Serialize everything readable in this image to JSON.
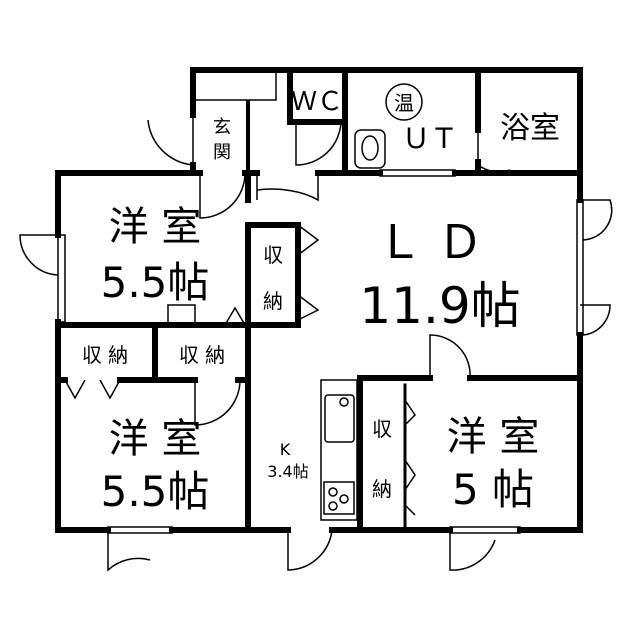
{
  "rooms": {
    "wc": "ＷＣ",
    "onsui": "温",
    "ut": "ＵＴ",
    "bath": "浴室",
    "genkan_1": "玄",
    "genkan_2": "関",
    "western1_name": "洋 室",
    "western1_size": "5.5帖",
    "storage1_1": "収",
    "storage1_2": "納",
    "ld_name": "Ｌ Ｄ",
    "ld_size": "11.9帖",
    "closet_a": "収 納",
    "closet_b": "収 納",
    "western2_name": "洋 室",
    "western2_size": "5.5帖",
    "kitchen_name": "K",
    "kitchen_size": "3.4帖",
    "storage3_1": "収",
    "storage3_2": "納",
    "western3_name": "洋 室",
    "western3_size": "5 帖"
  }
}
